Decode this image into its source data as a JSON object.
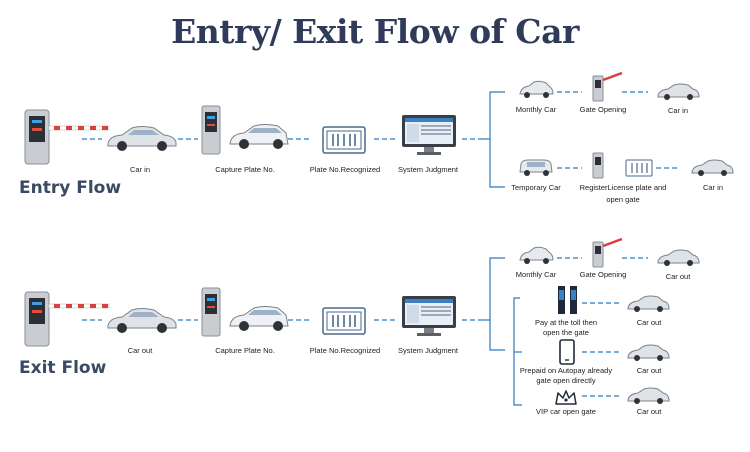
{
  "title": "Entry/ Exit Flow of Car",
  "entry": {
    "label": "Entry Flow",
    "car_in": "Car in",
    "capture": "Capture Plate No.",
    "recognized": "Plate No.Recognized",
    "judgment": "System Judgment",
    "monthly_car": "Monthly Car",
    "gate_opening": "Gate Opening",
    "monthly_result": "Car in",
    "temporary_car": "Temporary Car",
    "register_line1": "RegisterLicense plate and",
    "register_line2": "open gate",
    "temporary_result": "Car in"
  },
  "exit": {
    "label": "Exit Flow",
    "car_out": "Car out",
    "capture": "Capture Plate No.",
    "recognized": "Plate No.Recognized",
    "judgment": "System Judgment",
    "monthly_car": "Monthly Car",
    "gate_opening": "Gate Opening",
    "monthly_result": "Car out",
    "toll_line1": "Pay at the toll then",
    "toll_line2": "open the gate",
    "toll_result": "Car out",
    "autopay_line1": "Prepaid on Autopay already",
    "autopay_line2": "gate open directly",
    "autopay_result": "Car out",
    "vip": "VIP car open gate",
    "vip_result": "Car out"
  },
  "colors": {
    "connector": "#2b7bbf",
    "title": "#2f3b58",
    "flow_label": "#3a4a64",
    "boom_red": "#d9413b"
  }
}
